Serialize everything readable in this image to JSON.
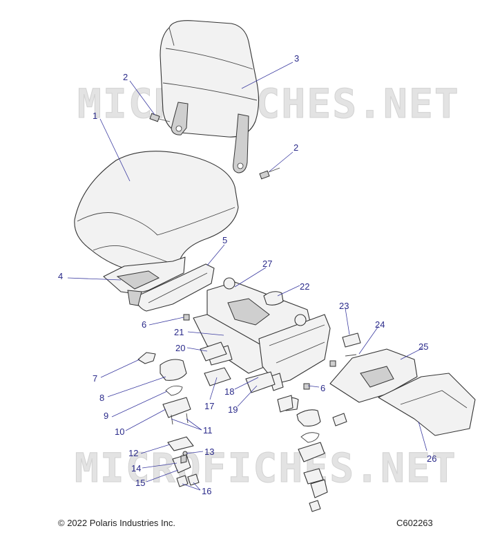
{
  "watermark": "MICROFICHES.NET",
  "footer": {
    "copyright": "© 2022 Polaris Industries Inc.",
    "figure_code": "C602263"
  },
  "callouts": [
    {
      "id": "c1",
      "label": "1"
    },
    {
      "id": "c2a",
      "label": "2"
    },
    {
      "id": "c2b",
      "label": "2"
    },
    {
      "id": "c3",
      "label": "3"
    },
    {
      "id": "c4",
      "label": "4"
    },
    {
      "id": "c5",
      "label": "5"
    },
    {
      "id": "c6a",
      "label": "6"
    },
    {
      "id": "c6b",
      "label": "6"
    },
    {
      "id": "c7",
      "label": "7"
    },
    {
      "id": "c8",
      "label": "8"
    },
    {
      "id": "c9",
      "label": "9"
    },
    {
      "id": "c10",
      "label": "10"
    },
    {
      "id": "c11",
      "label": "11"
    },
    {
      "id": "c12",
      "label": "12"
    },
    {
      "id": "c13",
      "label": "13"
    },
    {
      "id": "c14",
      "label": "14"
    },
    {
      "id": "c15",
      "label": "15"
    },
    {
      "id": "c16",
      "label": "16"
    },
    {
      "id": "c17",
      "label": "17"
    },
    {
      "id": "c18",
      "label": "18"
    },
    {
      "id": "c19",
      "label": "19"
    },
    {
      "id": "c20",
      "label": "20"
    },
    {
      "id": "c21",
      "label": "21"
    },
    {
      "id": "c22",
      "label": "22"
    },
    {
      "id": "c23",
      "label": "23"
    },
    {
      "id": "c24",
      "label": "24"
    },
    {
      "id": "c25",
      "label": "25"
    },
    {
      "id": "c26",
      "label": "26"
    },
    {
      "id": "c27",
      "label": "27"
    }
  ]
}
